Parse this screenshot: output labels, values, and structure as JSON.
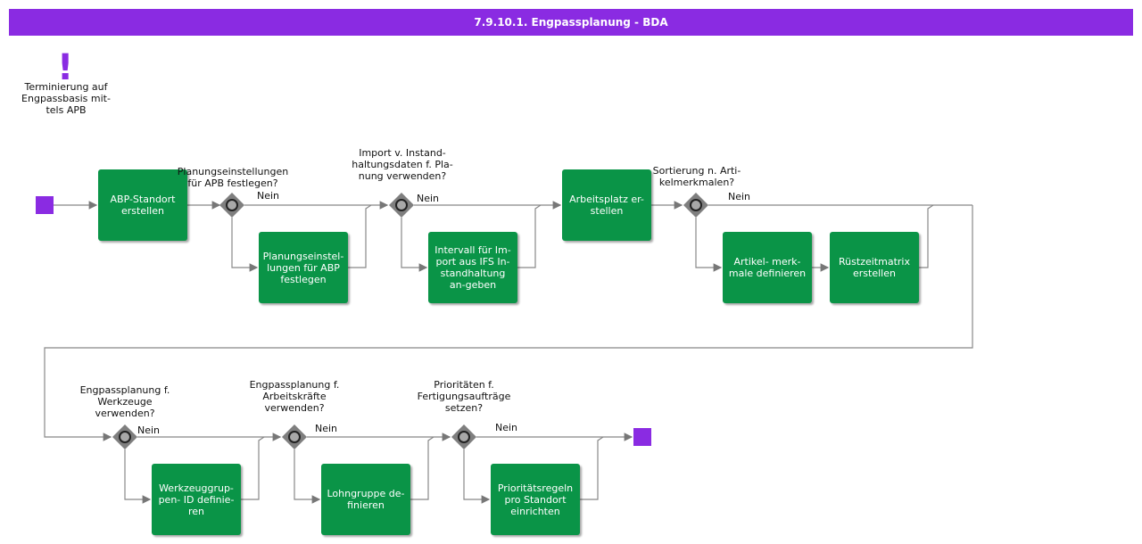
{
  "title": "7.9.10.1. Engpassplanung - BDA",
  "trigger": {
    "text": "Terminierung auf Engpassbasis mit-tels APB"
  },
  "tasks": {
    "abp_standort": "ABP-Standort erstellen",
    "planungseinstellungen": "Planungseinstel-lungen für ABP festlegen",
    "intervall_import": "Intervall für Im-port aus IFS In-standhaltung an-geben",
    "arbeitsplatz": "Arbeitsplatz er-stellen",
    "artikelmerkmale": "Artikel- merk-male definieren",
    "ruestzeitmatrix": "Rüstzeitmatrix erstellen",
    "werkzeuggruppen": "Werkzeuggrup-pen- ID definie-ren",
    "lohngruppe": "Lohngruppe de-finieren",
    "prioritaetsregeln": "Prioritätsregeln pro Standort einrichten"
  },
  "gateways": {
    "g1": "Planungseinstellungen für APB festlegen?",
    "g2": "Import v. Instand-haltungsdaten f. Pla-nung verwenden?",
    "g3": "Sortierung n. Arti-kelmerkmalen?",
    "g4": "Engpassplanung f. Werkzeuge verwenden?",
    "g5": "Engpassplanung f. Arbeitskräfte verwenden?",
    "g6": "Prioritäten f. Fertigungsaufträge setzen?"
  },
  "branch_label": "Nein",
  "colors": {
    "header": "#8a2be2",
    "task": "#0a9447",
    "event": "#8a2be2",
    "gateway": "#808080",
    "line": "#808080"
  }
}
